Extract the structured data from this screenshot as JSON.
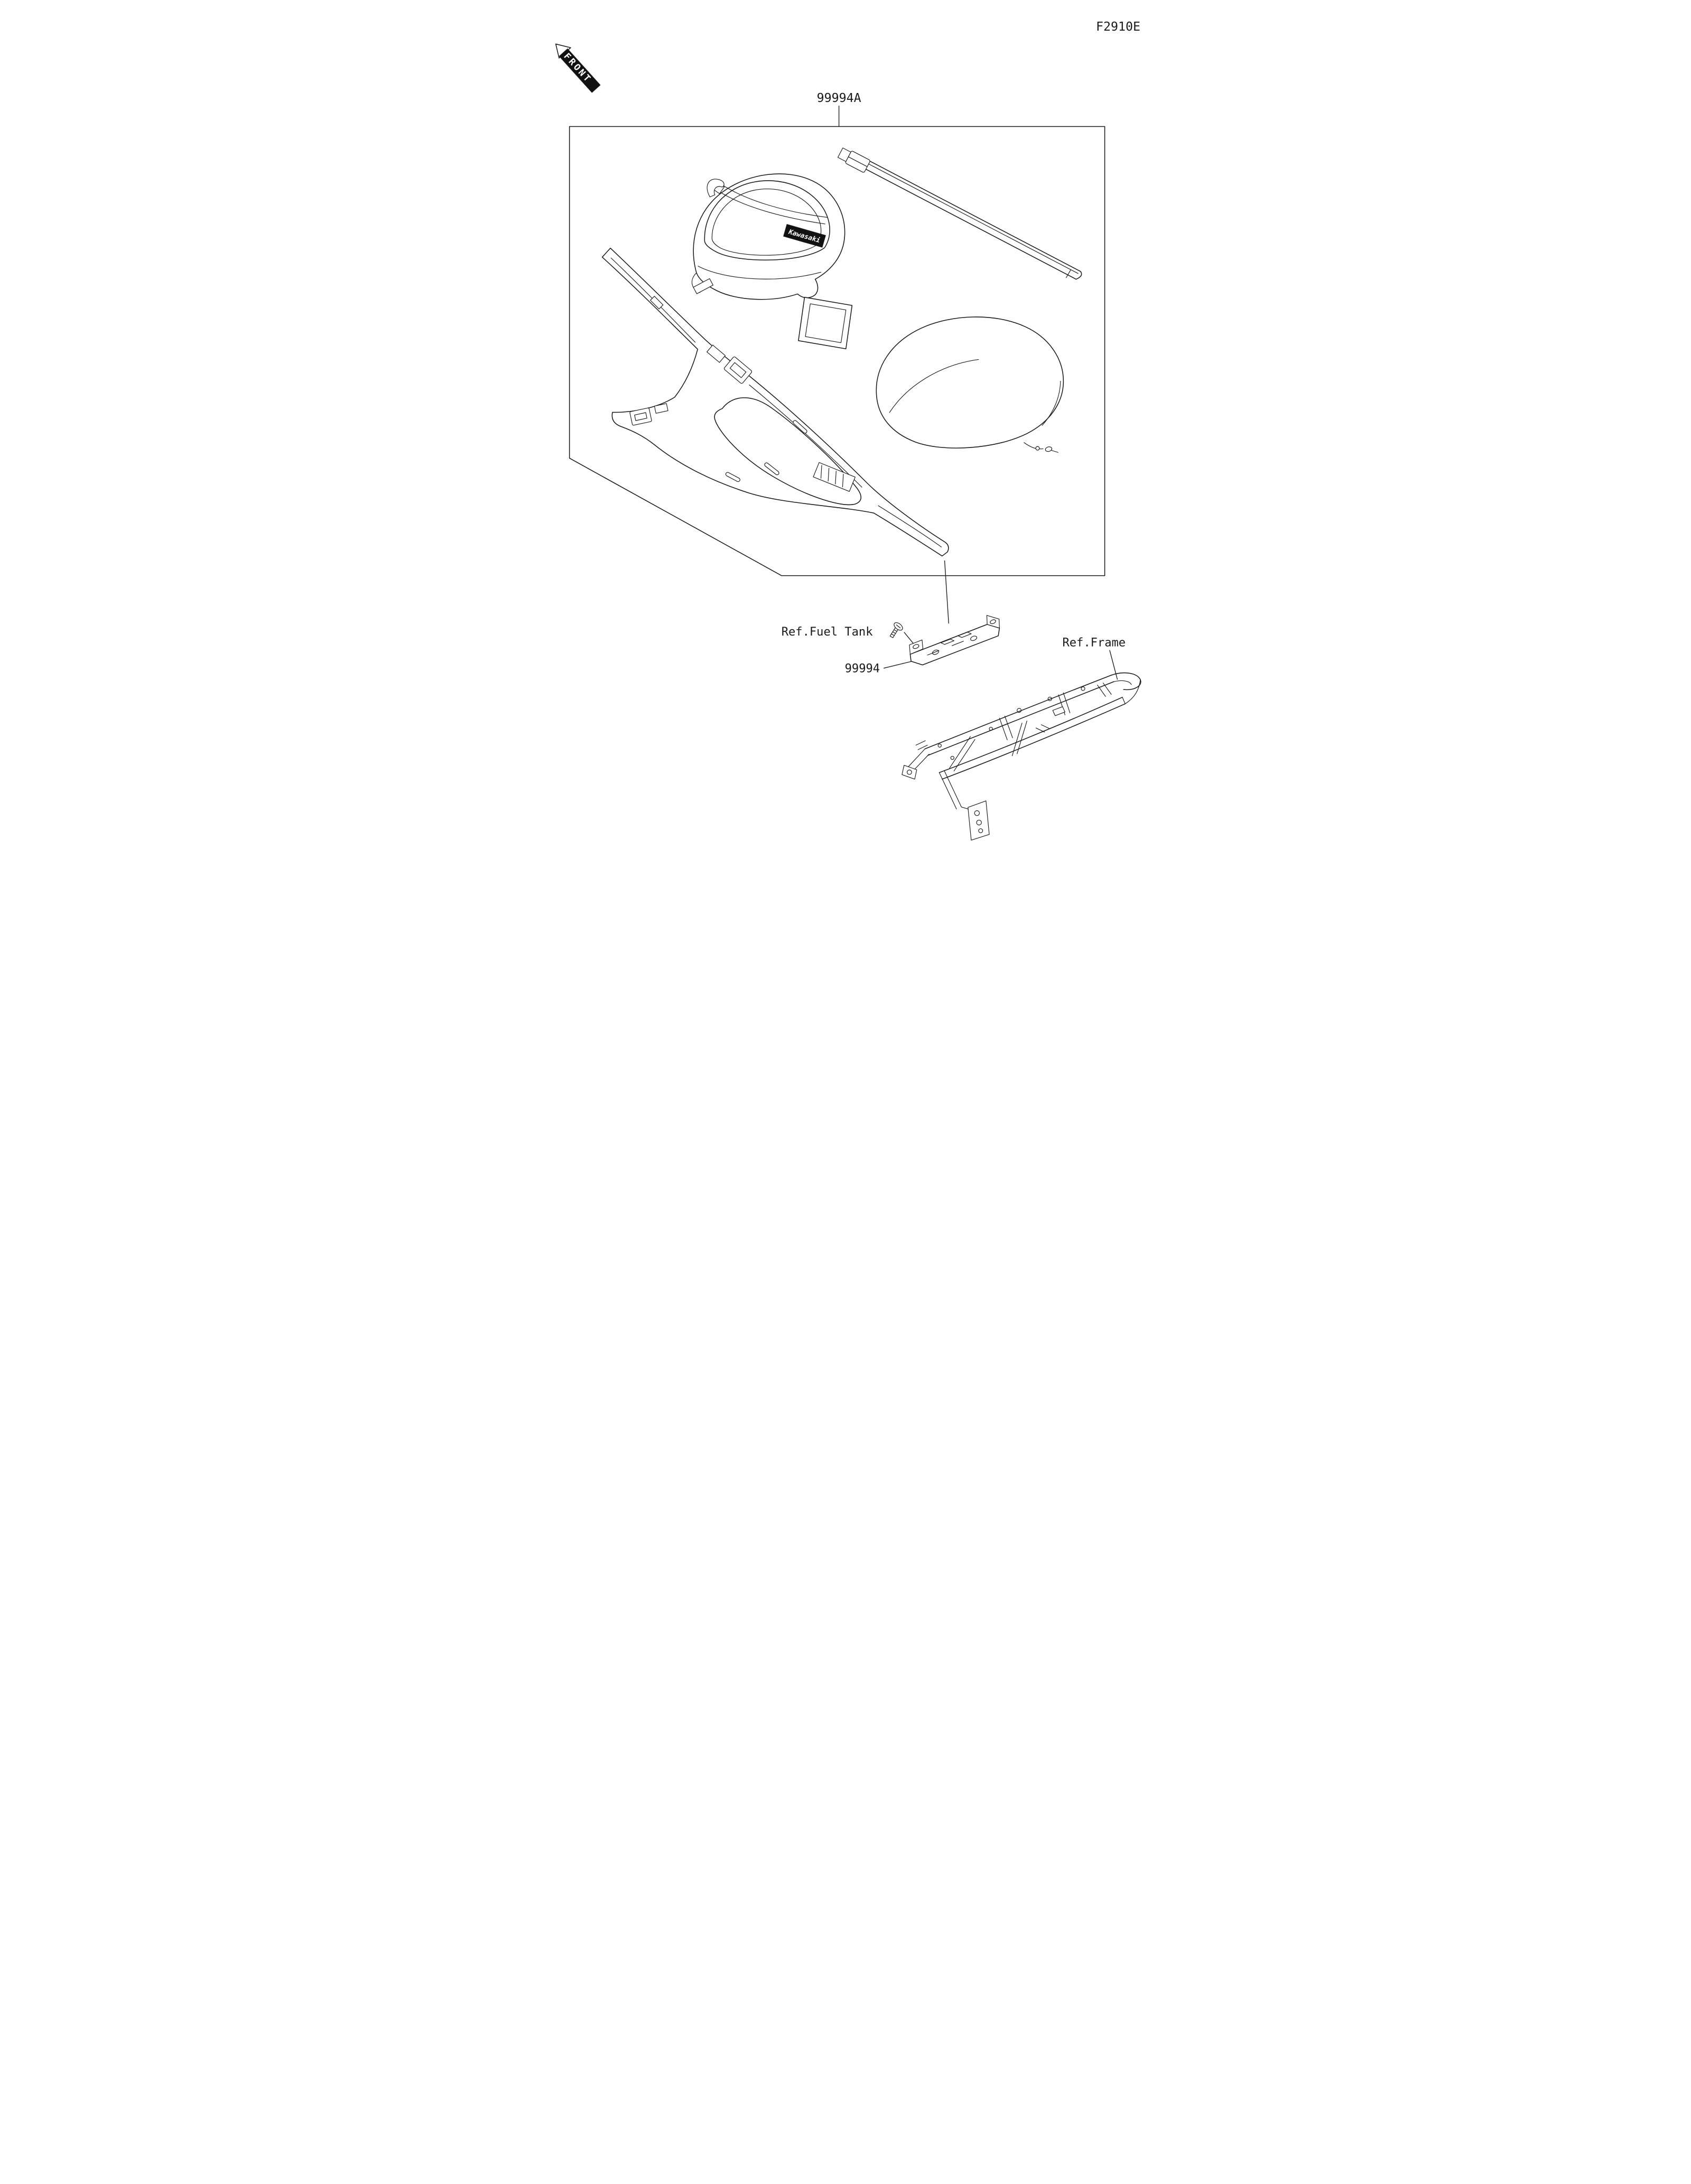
{
  "doc": {
    "code": "F2910E"
  },
  "orientation": {
    "front_label": "FRONT"
  },
  "parts": {
    "kit": {
      "number": "99994A"
    },
    "bracket": {
      "number": "99994"
    }
  },
  "references": {
    "fuel_tank": "Ref.Fuel Tank",
    "frame": "Ref.Frame"
  },
  "branding": {
    "bag_logo": "Kawasaki"
  },
  "colors": {
    "line": "#1a1a1a",
    "background": "#ffffff",
    "logo_bg": "#111111",
    "logo_text": "#ffffff"
  }
}
